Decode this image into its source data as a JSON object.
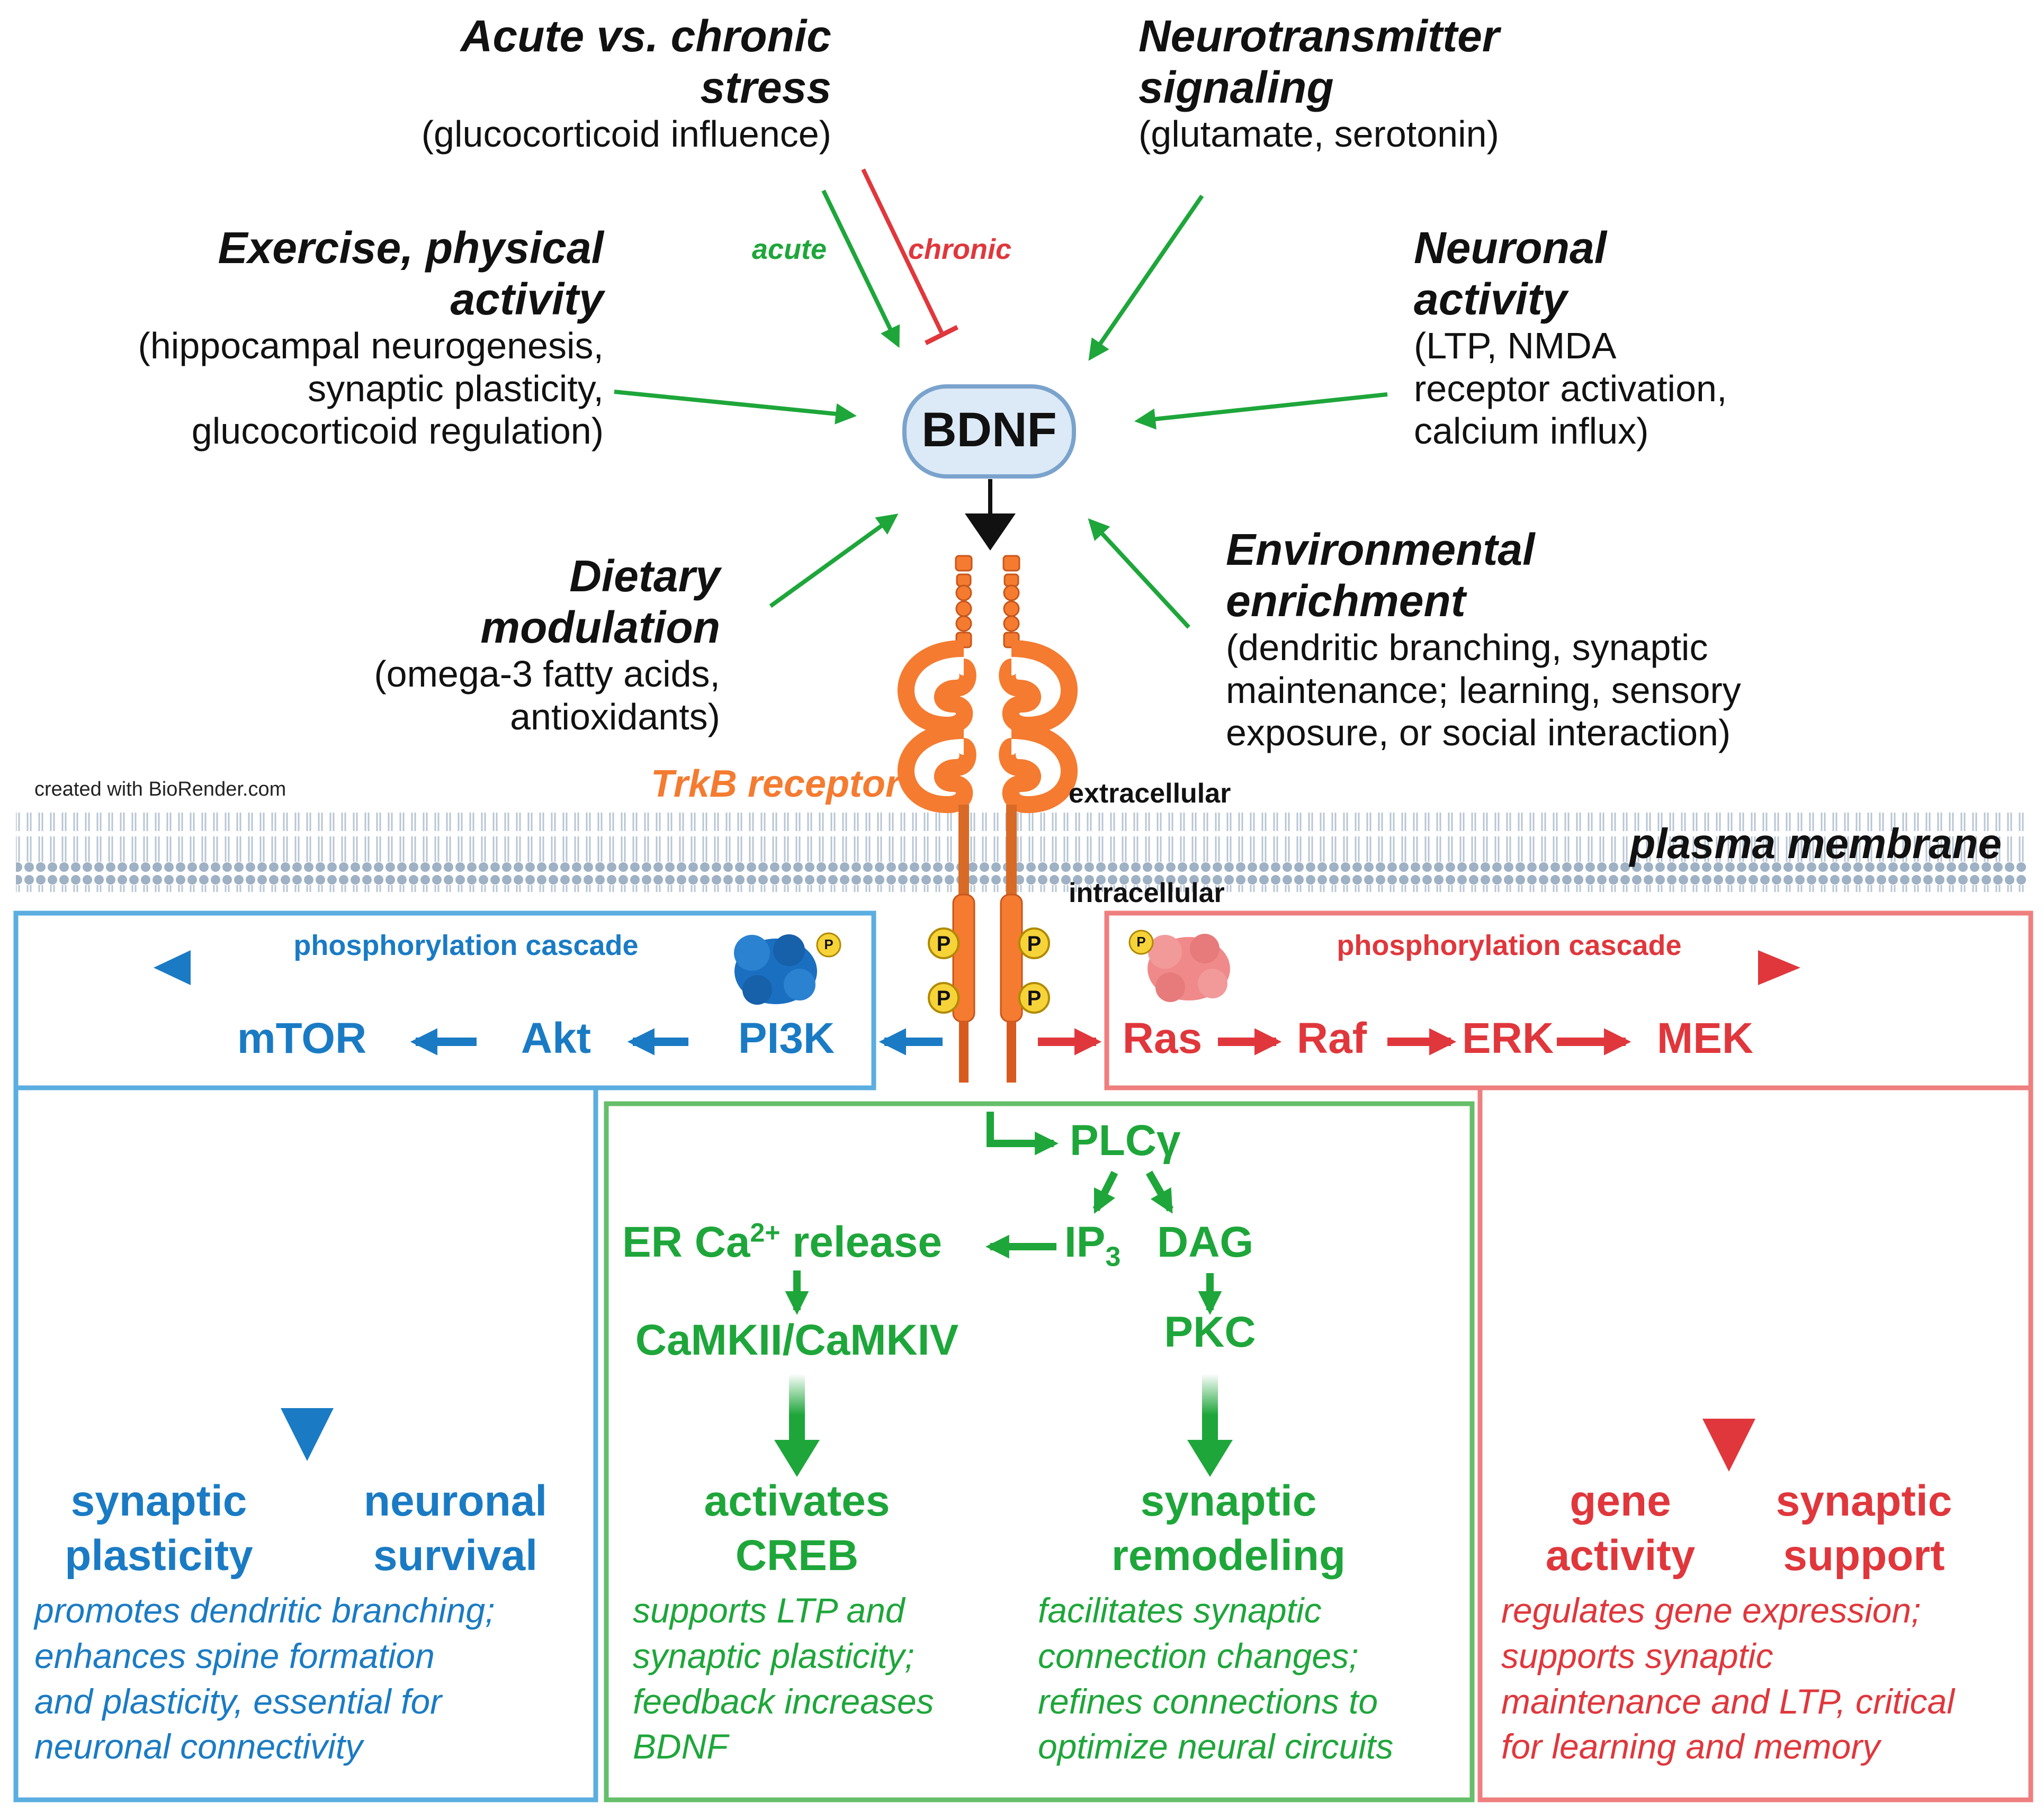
{
  "influences": {
    "stress": {
      "title_1": "Acute vs. chronic",
      "title_2": "stress",
      "detail": "(glucocorticoid influence)",
      "acute_label": "acute",
      "chronic_label": "chronic"
    },
    "neurotransmitter": {
      "title_1": "Neurotransmitter",
      "title_2": "signaling",
      "detail": "(glutamate, serotonin)"
    },
    "exercise": {
      "title_1": "Exercise, physical",
      "title_2": "activity",
      "detail_1": "(hippocampal neurogenesis,",
      "detail_2": "synaptic plasticity,",
      "detail_3": "glucocorticoid regulation)"
    },
    "neuronal": {
      "title_1": "Neuronal",
      "title_2": "activity",
      "detail_1": "(LTP, NMDA",
      "detail_2": "receptor activation,",
      "detail_3": "calcium influx)"
    },
    "dietary": {
      "title_1": "Dietary",
      "title_2": "modulation",
      "detail_1": "(omega-3 fatty acids,",
      "detail_2": "antioxidants)"
    },
    "environmental": {
      "title_1": "Environmental",
      "title_2": "enrichment",
      "detail_1": "(dendritic branching, synaptic",
      "detail_2": "maintenance; learning, sensory",
      "detail_3": "exposure, or social interaction)"
    }
  },
  "bdnf_label": "BDNF",
  "receptor": {
    "label": "TrkB receptor",
    "phospho": "P"
  },
  "membrane": {
    "credit": "created with BioRender.com",
    "extracellular": "extracellular",
    "intracellular": "intracellular",
    "name": "plasma membrane"
  },
  "pi3k_branch": {
    "cascade_label": "phosphorylation cascade",
    "nodes": [
      "mTOR",
      "Akt",
      "PI3K"
    ],
    "out_1_title": [
      "synaptic",
      "plasticity"
    ],
    "out_2_title": [
      "neuronal",
      "survival"
    ],
    "description": [
      "promotes dendritic branching;",
      "enhances spine formation",
      "and plasticity, essential for",
      "neuronal connectivity"
    ]
  },
  "mapk_branch": {
    "cascade_label": "phosphorylation cascade",
    "nodes": [
      "Ras",
      "Raf",
      "ERK",
      "MEK"
    ],
    "out_1_title": [
      "gene",
      "activity"
    ],
    "out_2_title": [
      "synaptic",
      "support"
    ],
    "description": [
      "regulates gene expression;",
      "supports synaptic",
      "maintenance and LTP, critical",
      "for learning and memory"
    ]
  },
  "plc_branch": {
    "plc": "PLCγ",
    "ip3": "IP",
    "ip3_sub": "3",
    "dag": "DAG",
    "er_pre": "ER Ca",
    "er_sup": "2+",
    "er_post": " release",
    "camk": "CaMKII/CaMKIV",
    "pkc": "PKC",
    "out_1_title": [
      "activates",
      "CREB"
    ],
    "out_1_desc": [
      "supports LTP and",
      "synaptic plasticity;",
      "feedback increases",
      "BDNF"
    ],
    "out_2_title": [
      "synaptic",
      "remodeling"
    ],
    "out_2_desc": [
      "facilitates synaptic",
      "connection changes;",
      "refines connections to",
      "optimize neural circuits"
    ]
  },
  "colors": {
    "blue": "#1a7bc4",
    "red": "#e0373c",
    "green": "#1ea63a",
    "orange": "#f47b30",
    "bdnf_fill": "#dce9f6"
  }
}
